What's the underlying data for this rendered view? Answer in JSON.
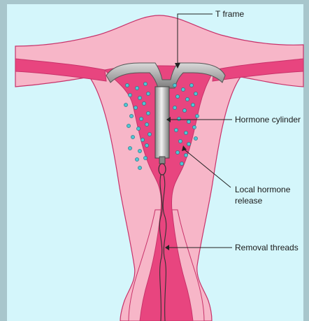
{
  "diagram": {
    "labels": {
      "t_frame": "T frame",
      "hormone_cylinder": "Hormone cylinder",
      "local_release_line1": "Local hormone",
      "local_release_line2": "release",
      "removal_threads": "Removal threads"
    },
    "colors": {
      "outer_border": "#a8c6cc",
      "panel_background": "#d4f6fb",
      "tissue_light_pink": "#f7b6c8",
      "tissue_outline": "#c8326a",
      "uterine_cavity": "#e8457f",
      "device_gray": "#9a9a9a",
      "hormone_dots": "#4fc6d4"
    }
  }
}
